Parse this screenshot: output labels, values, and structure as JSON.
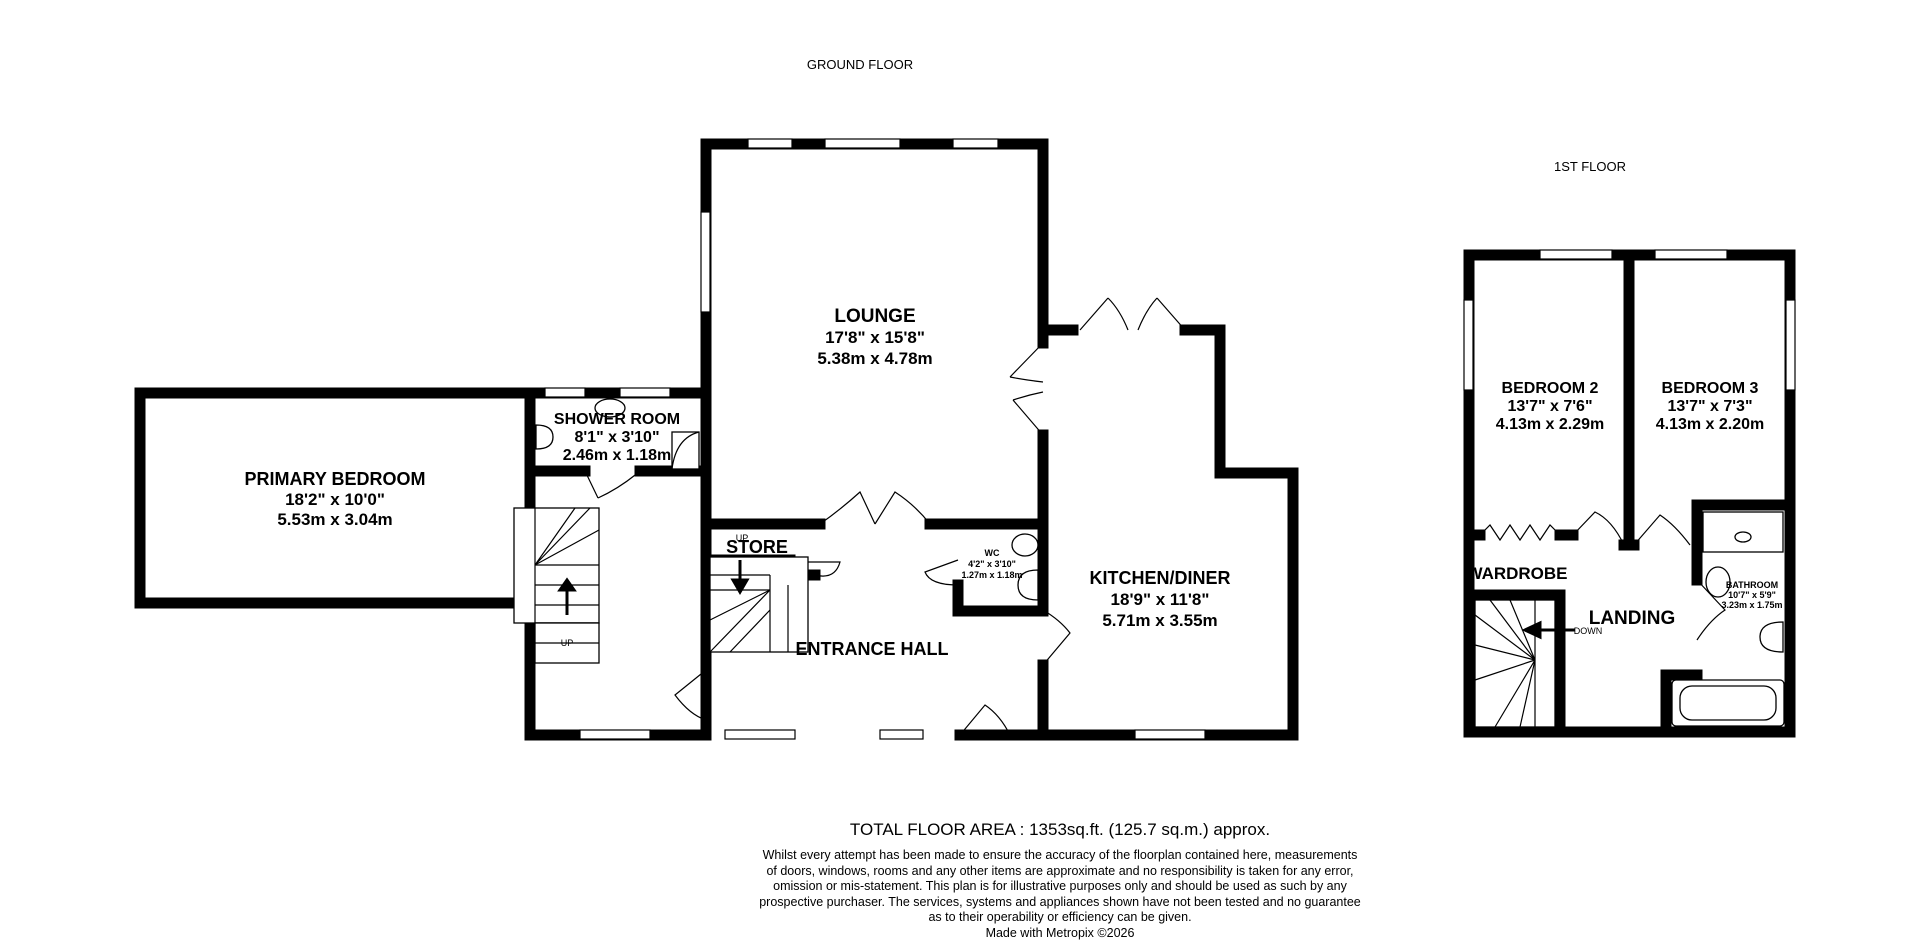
{
  "floors": {
    "ground": "GROUND FLOOR",
    "first": "1ST FLOOR"
  },
  "rooms": {
    "lounge": {
      "name": "LOUNGE",
      "imperial": "17'8\"  x 15'8\"",
      "metric": "5.38m  x 4.78m"
    },
    "shower_room": {
      "name": "SHOWER ROOM",
      "imperial": "8'1\"  x 3'10\"",
      "metric": "2.46m  x 1.18m"
    },
    "primary_bedroom": {
      "name": "PRIMARY BEDROOM",
      "imperial": "18'2\"  x 10'0\"",
      "metric": "5.53m  x 3.04m"
    },
    "store": {
      "name": "STORE"
    },
    "wc": {
      "name": "WC",
      "imperial": "4'2\"  x 3'10\"",
      "metric": "1.27m  x 1.18m"
    },
    "kitchen_diner": {
      "name": "KITCHEN/DINER",
      "imperial": "18'9\"  x 11'8\"",
      "metric": "5.71m  x 3.55m"
    },
    "entrance_hall": {
      "name": "ENTRANCE HALL"
    },
    "bedroom_2": {
      "name": "BEDROOM 2",
      "imperial": "13'7\"  x 7'6\"",
      "metric": "4.13m  x 2.29m"
    },
    "bedroom_3": {
      "name": "BEDROOM 3",
      "imperial": "13'7\"  x 7'3\"",
      "metric": "4.13m  x 2.20m"
    },
    "bathroom": {
      "name": "BATHROOM",
      "imperial": "10'7\"  x 5'9\"",
      "metric": "3.23m  x 1.75m"
    },
    "wardrobe": {
      "name": "WARDROBE"
    },
    "landing": {
      "name": "LANDING"
    }
  },
  "stairs": {
    "up": "UP",
    "down": "DOWN"
  },
  "footer": {
    "total_area": "TOTAL FLOOR AREA : 1353sq.ft. (125.7 sq.m.) approx.",
    "disclaimer_lines": [
      "Whilst every attempt has been made to ensure the accuracy of the floorplan contained here, measurements",
      "of doors, windows, rooms and any other items are approximate and no responsibility is taken for any error,",
      "omission or mis-statement. This plan is for illustrative purposes only and should be used as such by any",
      "prospective purchaser. The services, systems and appliances shown have not been tested and no guarantee",
      "as to their operability or efficiency can be given."
    ],
    "credit": "Made with Metropix ©2026"
  }
}
